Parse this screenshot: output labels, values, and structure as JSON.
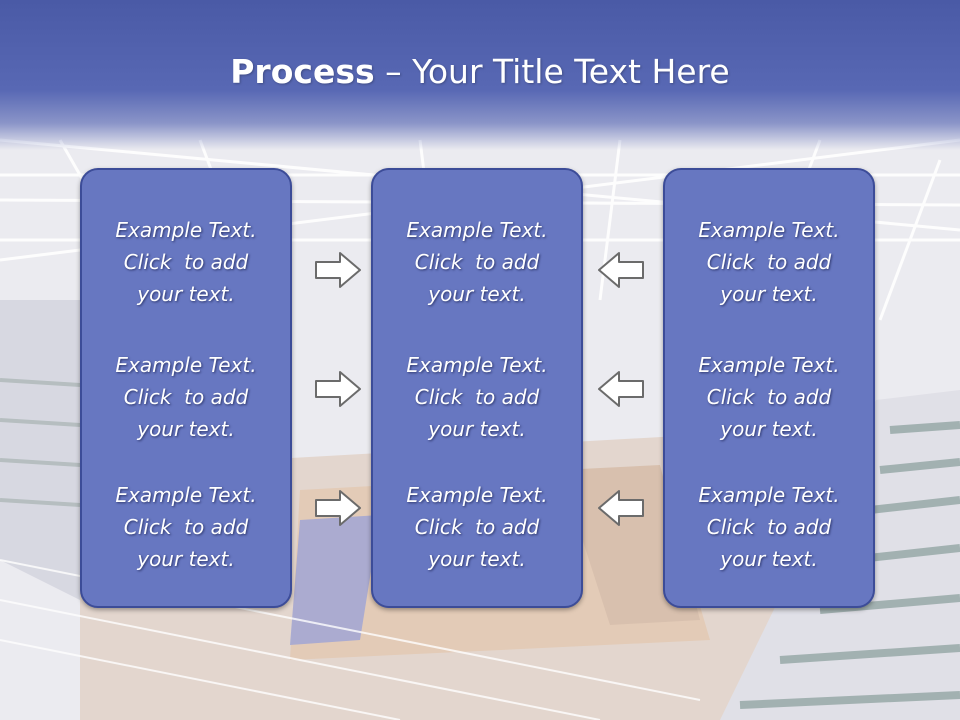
{
  "slide": {
    "title_bold": "Process",
    "title_rest": " – Your Title Text Here"
  },
  "columns": [
    {
      "items": [
        {
          "line1": "Example Text.",
          "line2": "Click  to add",
          "line3": "your text."
        },
        {
          "line1": "Example Text.",
          "line2": "Click  to add",
          "line3": "your text."
        },
        {
          "line1": "Example Text.",
          "line2": "Click  to add",
          "line3": "your text."
        }
      ]
    },
    {
      "items": [
        {
          "line1": "Example Text.",
          "line2": "Click  to add",
          "line3": "your text."
        },
        {
          "line1": "Example Text.",
          "line2": "Click  to add",
          "line3": "your text."
        },
        {
          "line1": "Example Text.",
          "line2": "Click  to add",
          "line3": "your text."
        }
      ]
    },
    {
      "items": [
        {
          "line1": "Example Text.",
          "line2": "Click  to add",
          "line3": "your text."
        },
        {
          "line1": "Example Text.",
          "line2": "Click  to add",
          "line3": "your text."
        },
        {
          "line1": "Example Text.",
          "line2": "Click  to add",
          "line3": "your text."
        }
      ]
    }
  ],
  "arrows": {
    "left_group": [
      "arrow-right-icon",
      "arrow-right-icon",
      "arrow-right-icon"
    ],
    "right_group": [
      "arrow-left-icon",
      "arrow-left-icon",
      "arrow-left-icon"
    ]
  },
  "colors": {
    "header": "#5262b0",
    "box_fill": "#6777c1",
    "box_border": "#3c4c98",
    "text": "#ffffff"
  }
}
